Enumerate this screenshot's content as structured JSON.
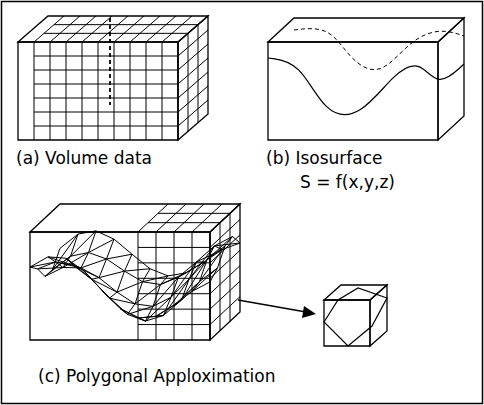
{
  "diagram": {
    "labels": [
      "(a) Volume data",
      "(b) Isosurface",
      "S = f(x,y,z)",
      "(c) Polygonal Apploximation"
    ]
  }
}
